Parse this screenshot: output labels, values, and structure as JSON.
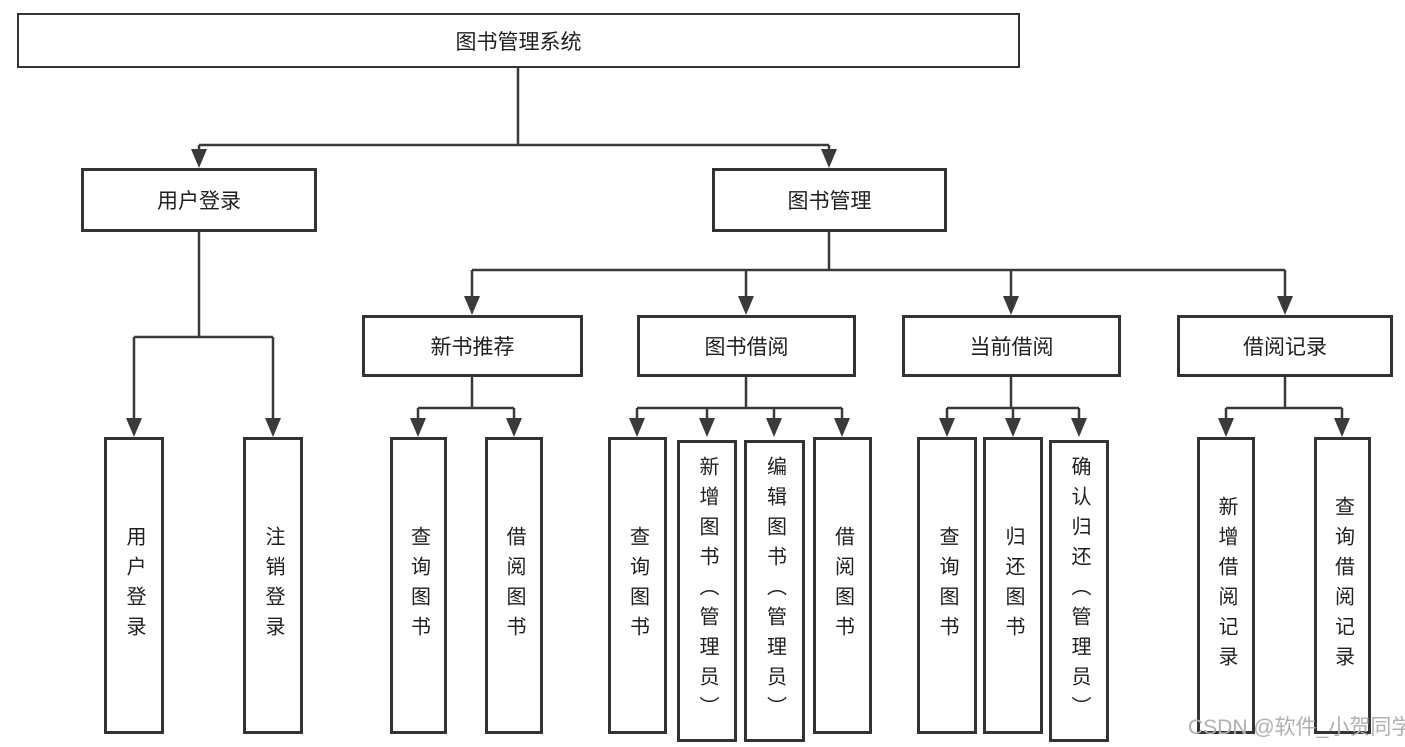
{
  "page": {
    "background": "#ffffff",
    "watermark": "CSDN @软件_小贺同学"
  },
  "colors": {
    "line": "#3a3a3a",
    "box_border": "#333333",
    "text": "#1f1f1f",
    "watermark_text": "#b0b0b0"
  },
  "tree": {
    "root": {
      "label": "图书管理系统"
    },
    "branches": [
      {
        "label": "用户登录",
        "children": [
          {
            "label": "用户登录"
          },
          {
            "label": "注销登录"
          }
        ]
      },
      {
        "label": "图书管理",
        "children": [
          {
            "label": "新书推荐",
            "children": [
              {
                "label": "查询图书"
              },
              {
                "label": "借阅图书"
              }
            ]
          },
          {
            "label": "图书借阅",
            "children": [
              {
                "label": "查询图书"
              },
              {
                "label": "新增图书（管理员）"
              },
              {
                "label": "编辑图书（管理员）"
              },
              {
                "label": "借阅图书"
              }
            ]
          },
          {
            "label": "当前借阅",
            "children": [
              {
                "label": "查询图书"
              },
              {
                "label": "归还图书"
              },
              {
                "label": "确认归还（管理员）"
              }
            ]
          },
          {
            "label": "借阅记录",
            "children": [
              {
                "label": "新增借阅记录"
              },
              {
                "label": "查询借阅记录"
              }
            ]
          }
        ]
      }
    ]
  }
}
